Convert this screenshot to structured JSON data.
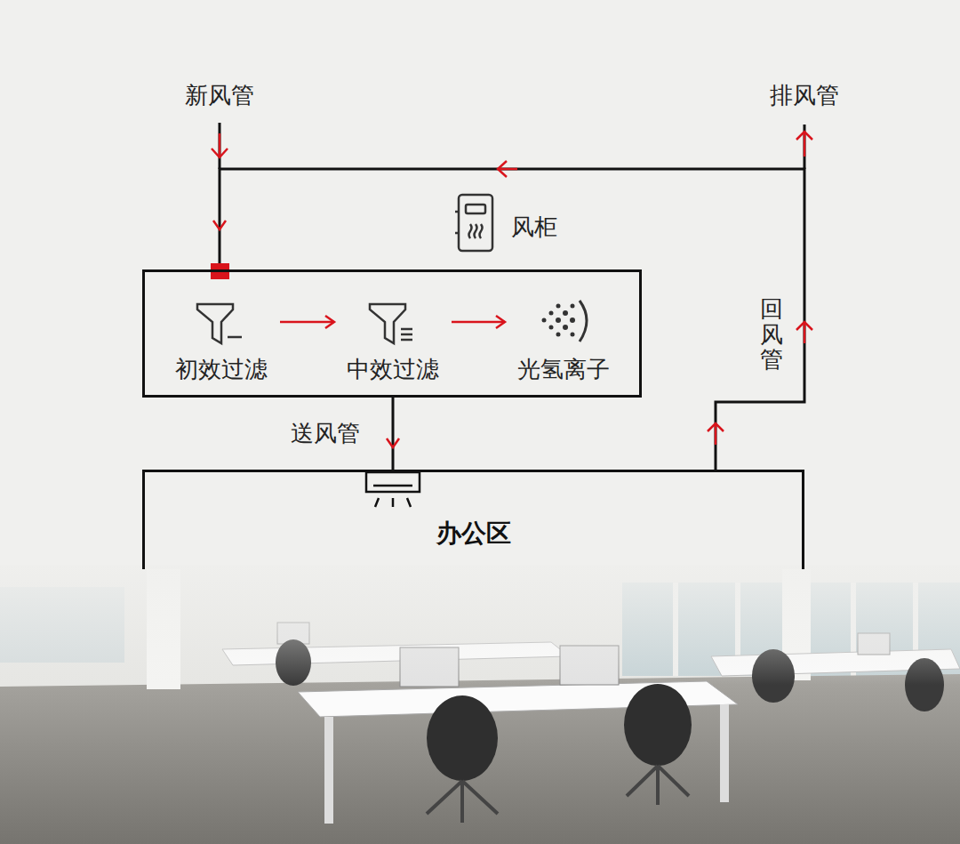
{
  "diagram": {
    "nodes": [
      {
        "text": [
          "风柜"
        ]
      },
      {
        "text": [
          "初效过滤"
        ],
        "in": 0
      },
      {
        "text": [
          "中效过滤"
        ],
        "in": 0
      },
      {
        "text": [
          "光氢离子"
        ],
        "in": 0
      },
      {
        "text": [
          "办公区"
        ]
      }
    ],
    "edges": [
      {
        "from": 1,
        "to": 2,
        "arrow": "to"
      },
      {
        "from": 2,
        "to": 3,
        "arrow": "to"
      },
      {
        "from": 0,
        "to": 4,
        "label": "送风管",
        "arrow": "to"
      },
      {
        "from": 4,
        "to": 0,
        "label": "回风管",
        "arrow": "to"
      }
    ],
    "labels": [
      "新风管",
      "排风管"
    ]
  }
}
